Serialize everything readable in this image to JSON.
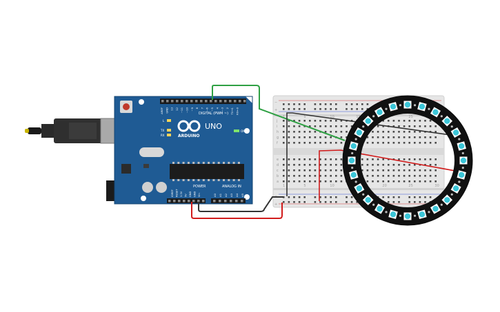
{
  "arduino": {
    "logo_text": "ARDUINO",
    "model": "UNO",
    "digital_header": "DIGITAL (PWM ~)",
    "power_header": "POWER",
    "analog_header": "ANALOG IN",
    "on_label": "ON",
    "tx_label": "TX",
    "rx_label": "RX",
    "l_label": "L",
    "aref_label": "AREF",
    "gnd_label": "GND",
    "digital_pins": [
      "13",
      "12",
      "~11",
      "~10",
      "~9",
      "8",
      "7",
      "~6",
      "~5",
      "4",
      "~3",
      "2",
      "TX→1",
      "RX←0"
    ],
    "power_pins": [
      "IOREF",
      "RESET",
      "3.3V",
      "5V",
      "GND",
      "GND",
      "Vin"
    ],
    "analog_pins": [
      "A0",
      "A1",
      "A2",
      "A3",
      "A4",
      "A5"
    ]
  },
  "breadboard": {
    "rail_minus": "−",
    "rail_plus": "+",
    "row_letters_top": [
      "j",
      "i",
      "h",
      "g",
      "f"
    ],
    "row_letters_bottom": [
      "e",
      "d",
      "c",
      "b",
      "a"
    ],
    "column_numbers": [
      "1",
      "5",
      "10",
      "15",
      "20",
      "25",
      "30"
    ]
  },
  "neopixel_ring": {
    "led_count": 24,
    "led_color": "#3cc6d8"
  },
  "wire_colors": {
    "signal": "#2ea043",
    "power": "#d11b1b",
    "ground": "#333333"
  },
  "colors": {
    "board": "#1f5b94",
    "board_dark": "#164672",
    "breadboard": "#e6e6e6",
    "ring": "#111111"
  }
}
